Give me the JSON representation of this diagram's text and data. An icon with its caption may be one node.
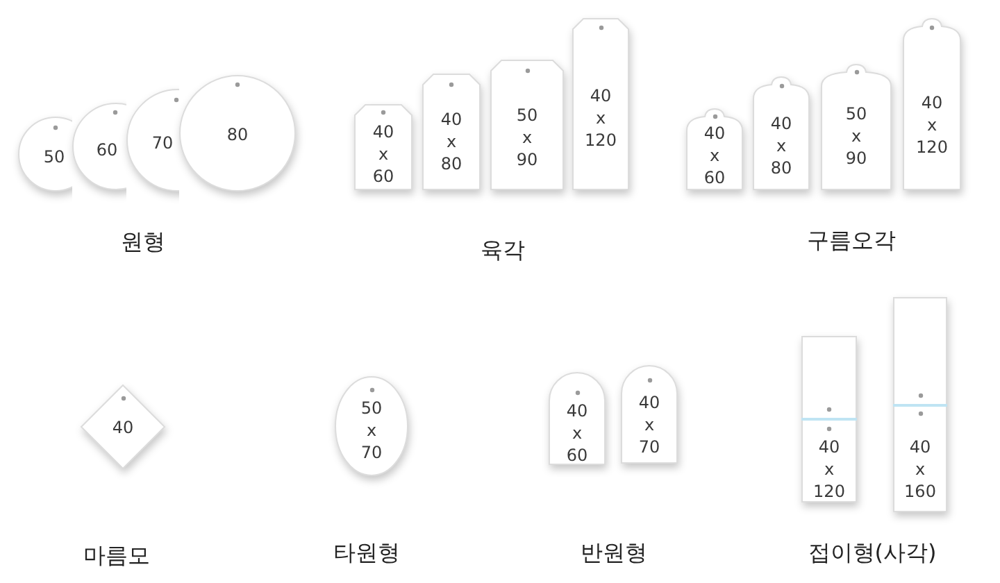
{
  "diagram": {
    "nodes": [
      {
        "text": [
          "50"
        ]
      },
      {
        "text": [
          "60"
        ]
      },
      {
        "text": [
          "70"
        ]
      },
      {
        "text": [
          "80"
        ]
      },
      {
        "text": [
          "40 x 60"
        ]
      },
      {
        "text": [
          "40 x 80"
        ]
      },
      {
        "text": [
          "50 x 90"
        ]
      },
      {
        "text": [
          "40 x 120"
        ]
      },
      {
        "text": [
          "40 x 60"
        ]
      },
      {
        "text": [
          "40 x 80"
        ]
      },
      {
        "text": [
          "50 x 90"
        ]
      },
      {
        "text": [
          "40 x 120"
        ]
      },
      {
        "text": [
          "40"
        ]
      },
      {
        "text": [
          "50 x 70"
        ]
      },
      {
        "text": [
          "40 x 60"
        ]
      },
      {
        "text": [
          "40 x 70"
        ]
      },
      {
        "text": [
          "40 x 120"
        ]
      },
      {
        "text": [
          "40 x 160"
        ]
      }
    ],
    "labels": [
      "원형",
      "육각",
      "구름오각",
      "마름모",
      "타원형",
      "반원형",
      "접이형(사각)"
    ]
  }
}
